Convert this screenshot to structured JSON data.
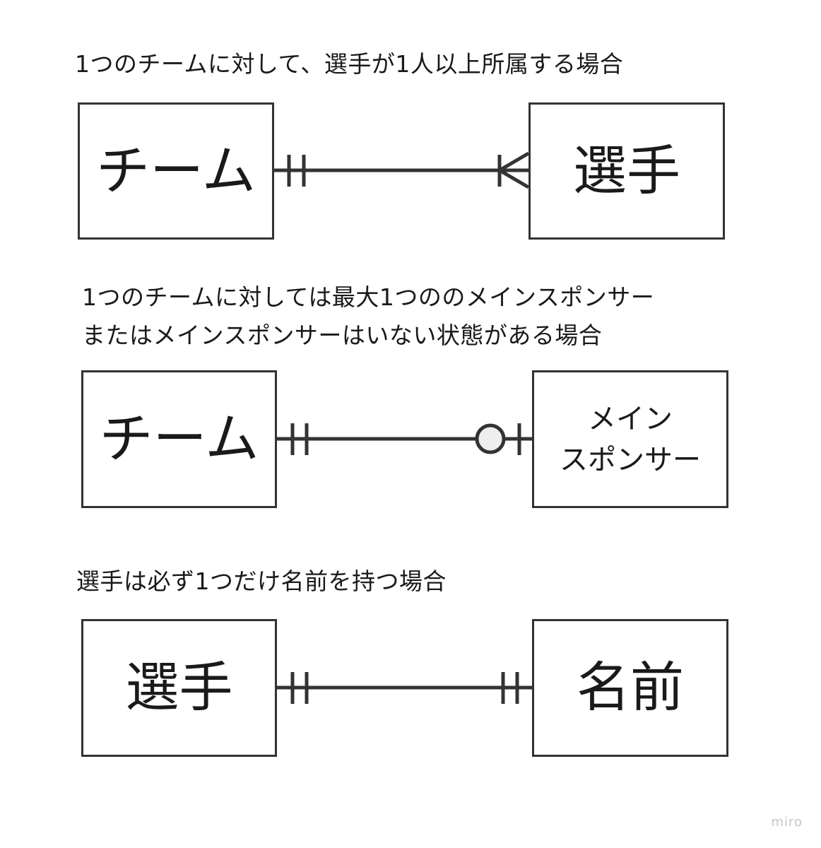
{
  "diagram": {
    "sections": [
      {
        "caption": "1つのチームに対して、選手が1人以上所属する場合",
        "left_entity": "チーム",
        "right_entity": "選手",
        "relation": {
          "left_end": "one-and-only-one",
          "right_end": "one-or-many"
        }
      },
      {
        "caption": "1つのチームに対しては最大1つののメインスポンサー\nまたはメインスポンサーはいない状態がある場合",
        "left_entity": "チーム",
        "right_entity": "メイン\nスポンサー",
        "relation": {
          "left_end": "one-and-only-one",
          "right_end": "zero-or-one"
        }
      },
      {
        "caption": "選手は必ず1つだけ名前を持つ場合",
        "left_entity": "選手",
        "right_entity": "名前",
        "relation": {
          "left_end": "one-and-only-one",
          "right_end": "one-and-only-one"
        }
      }
    ]
  },
  "watermark": "miro",
  "colors": {
    "line": "#333333",
    "circle_fill": "#eeeeee",
    "text": "#1a1a1a"
  }
}
